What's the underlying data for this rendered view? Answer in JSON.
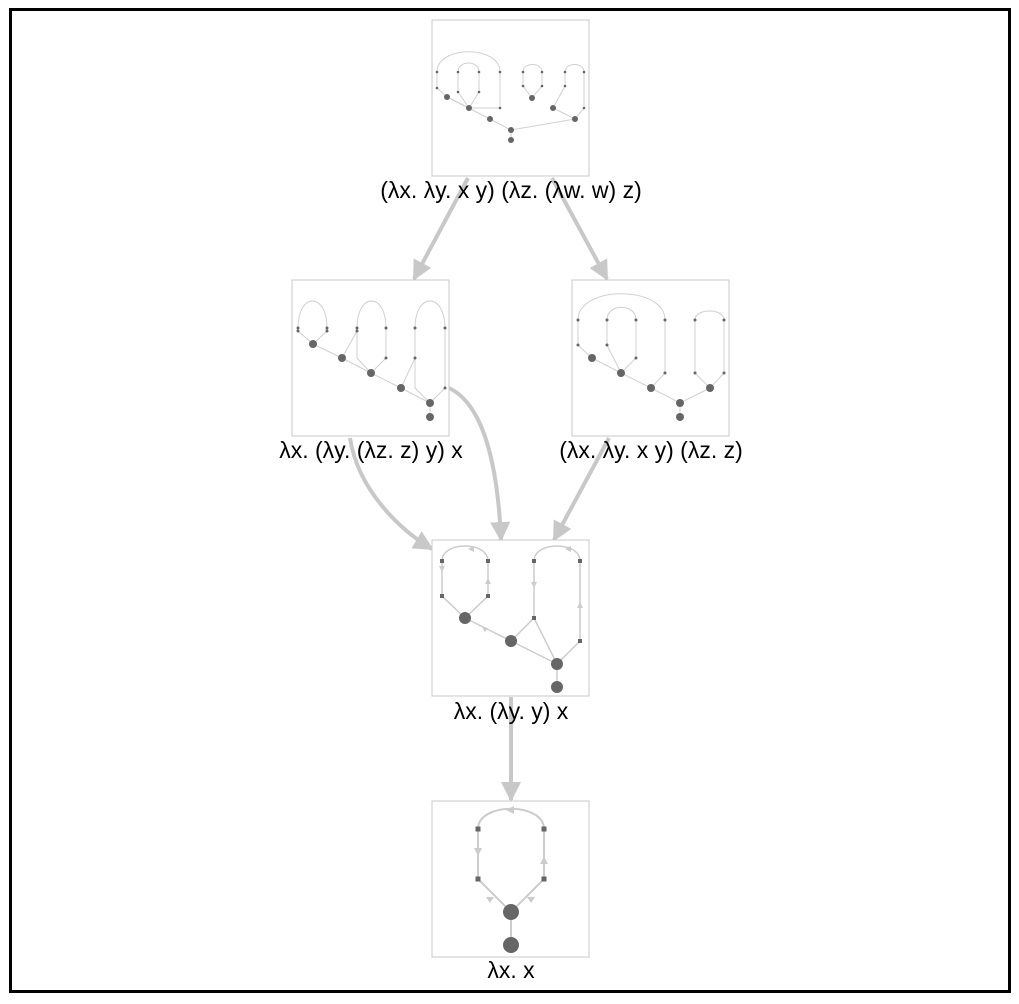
{
  "diagram": {
    "nodes": [
      {
        "id": "n1",
        "label": "(λx. λy. x y) (λz. (λw. w) z)"
      },
      {
        "id": "n2",
        "label": "λx. (λy. (λz. z) y) x"
      },
      {
        "id": "n3",
        "label": "(λx. λy. x y) (λz. z)"
      },
      {
        "id": "n4",
        "label": "λx. (λy. y) x"
      },
      {
        "id": "n5",
        "label": "λx. x"
      }
    ],
    "edges": [
      {
        "from": "n1",
        "to": "n2"
      },
      {
        "from": "n1",
        "to": "n3"
      },
      {
        "from": "n2",
        "to": "n4"
      },
      {
        "from": "n2",
        "to": "n4"
      },
      {
        "from": "n3",
        "to": "n4"
      },
      {
        "from": "n4",
        "to": "n5"
      }
    ],
    "colors": {
      "edge": "#c8c8c8",
      "node_dot": "#666666",
      "label": "#000000",
      "frame": "#000000"
    }
  }
}
